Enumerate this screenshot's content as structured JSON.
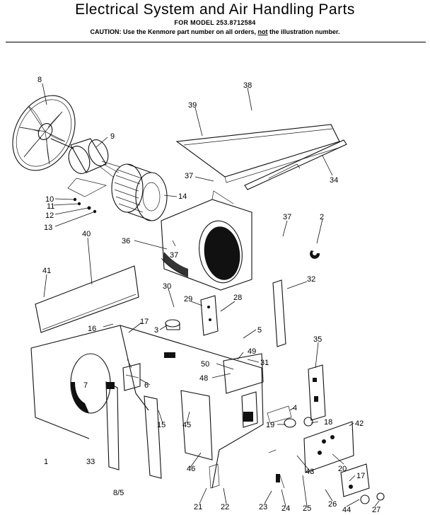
{
  "header": {
    "title": "Electrical System and Air Handling Parts",
    "model": "FOR MODEL 253.8712584",
    "caution_start": "CAUTION: Use the Kenmore part number on all orders, ",
    "caution_not": "not",
    "caution_end": " the illustration number."
  },
  "page_ref": "8/5",
  "parts": [
    "8",
    "9",
    "38",
    "39",
    "37",
    "34",
    "14",
    "10",
    "11",
    "12",
    "13",
    "37",
    "2",
    "36",
    "37",
    "40",
    "41",
    "32",
    "30",
    "29",
    "28",
    "3",
    "17",
    "16",
    "5",
    "35",
    "49",
    "50",
    "31",
    "48",
    "6",
    "4",
    "18",
    "42",
    "19",
    "15",
    "45",
    "7",
    "1",
    "33",
    "46",
    "20",
    "43",
    "17",
    "21",
    "22",
    "23",
    "24",
    "25",
    "26",
    "44",
    "27"
  ]
}
